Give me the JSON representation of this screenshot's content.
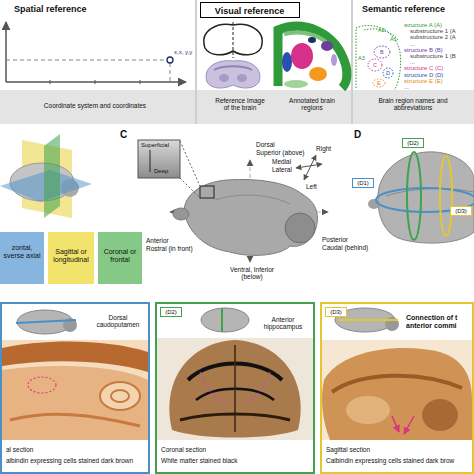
{
  "diagram": {
    "nodes": [
      {
        "text": [
          "Visual reference"
        ]
      },
      {
        "text": [
          "zontal, sverse axial"
        ]
      },
      {
        "text": [
          "Sagittal or longitudinal"
        ]
      },
      {
        "text": [
          "Coronal or frontal"
        ]
      },
      {
        "text": [
          "Superficial",
          "Deep"
        ]
      },
      {
        "text": [
          "(D2)"
        ]
      },
      {
        "text": [
          "(D1)"
        ]
      },
      {
        "text": [
          "(D3)"
        ]
      },
      {
        "text": [
          "Dorsal caudoputamen",
          "al section",
          "albindin expressing cells stained dark brown"
        ]
      },
      {
        "text": [
          "Anterior hippocampus",
          "Coronal section",
          "White matter stained black"
        ]
      },
      {
        "text": [
          "(D2)"
        ],
        "in": 9
      },
      {
        "text": [
          "Connection of t anterior commi",
          "Sagittal section",
          "Calbindin expressing cells stained dark brow"
        ]
      },
      {
        "text": [
          "(D3)"
        ],
        "in": 11
      }
    ],
    "labels": [
      "Spatial reference",
      "Semantic reference",
      "x,x, y,y",
      "Coordinate system and coordinates",
      "Reference image of the brain",
      "Annotated brain regions",
      "Brain region names and abbreviations",
      "structure A (A)",
      "substructure 1 (A",
      "substructure 2 (A",
      "...",
      "structure B (B)",
      "substructure 1 (B",
      "...",
      "structure C (C)",
      "structure D (D)",
      "structure E (E)",
      "...",
      "A2",
      "A1",
      "A3",
      "B",
      "C",
      "D",
      "E",
      "C",
      "D",
      "Dorsal",
      "Superior (above)",
      "Right",
      "Medial",
      "Lateral",
      "Left",
      "Anterior",
      "Rostral (in front)",
      "Posterior",
      "Caudal (behind)",
      "Ventral, Inferior (below)"
    ]
  }
}
